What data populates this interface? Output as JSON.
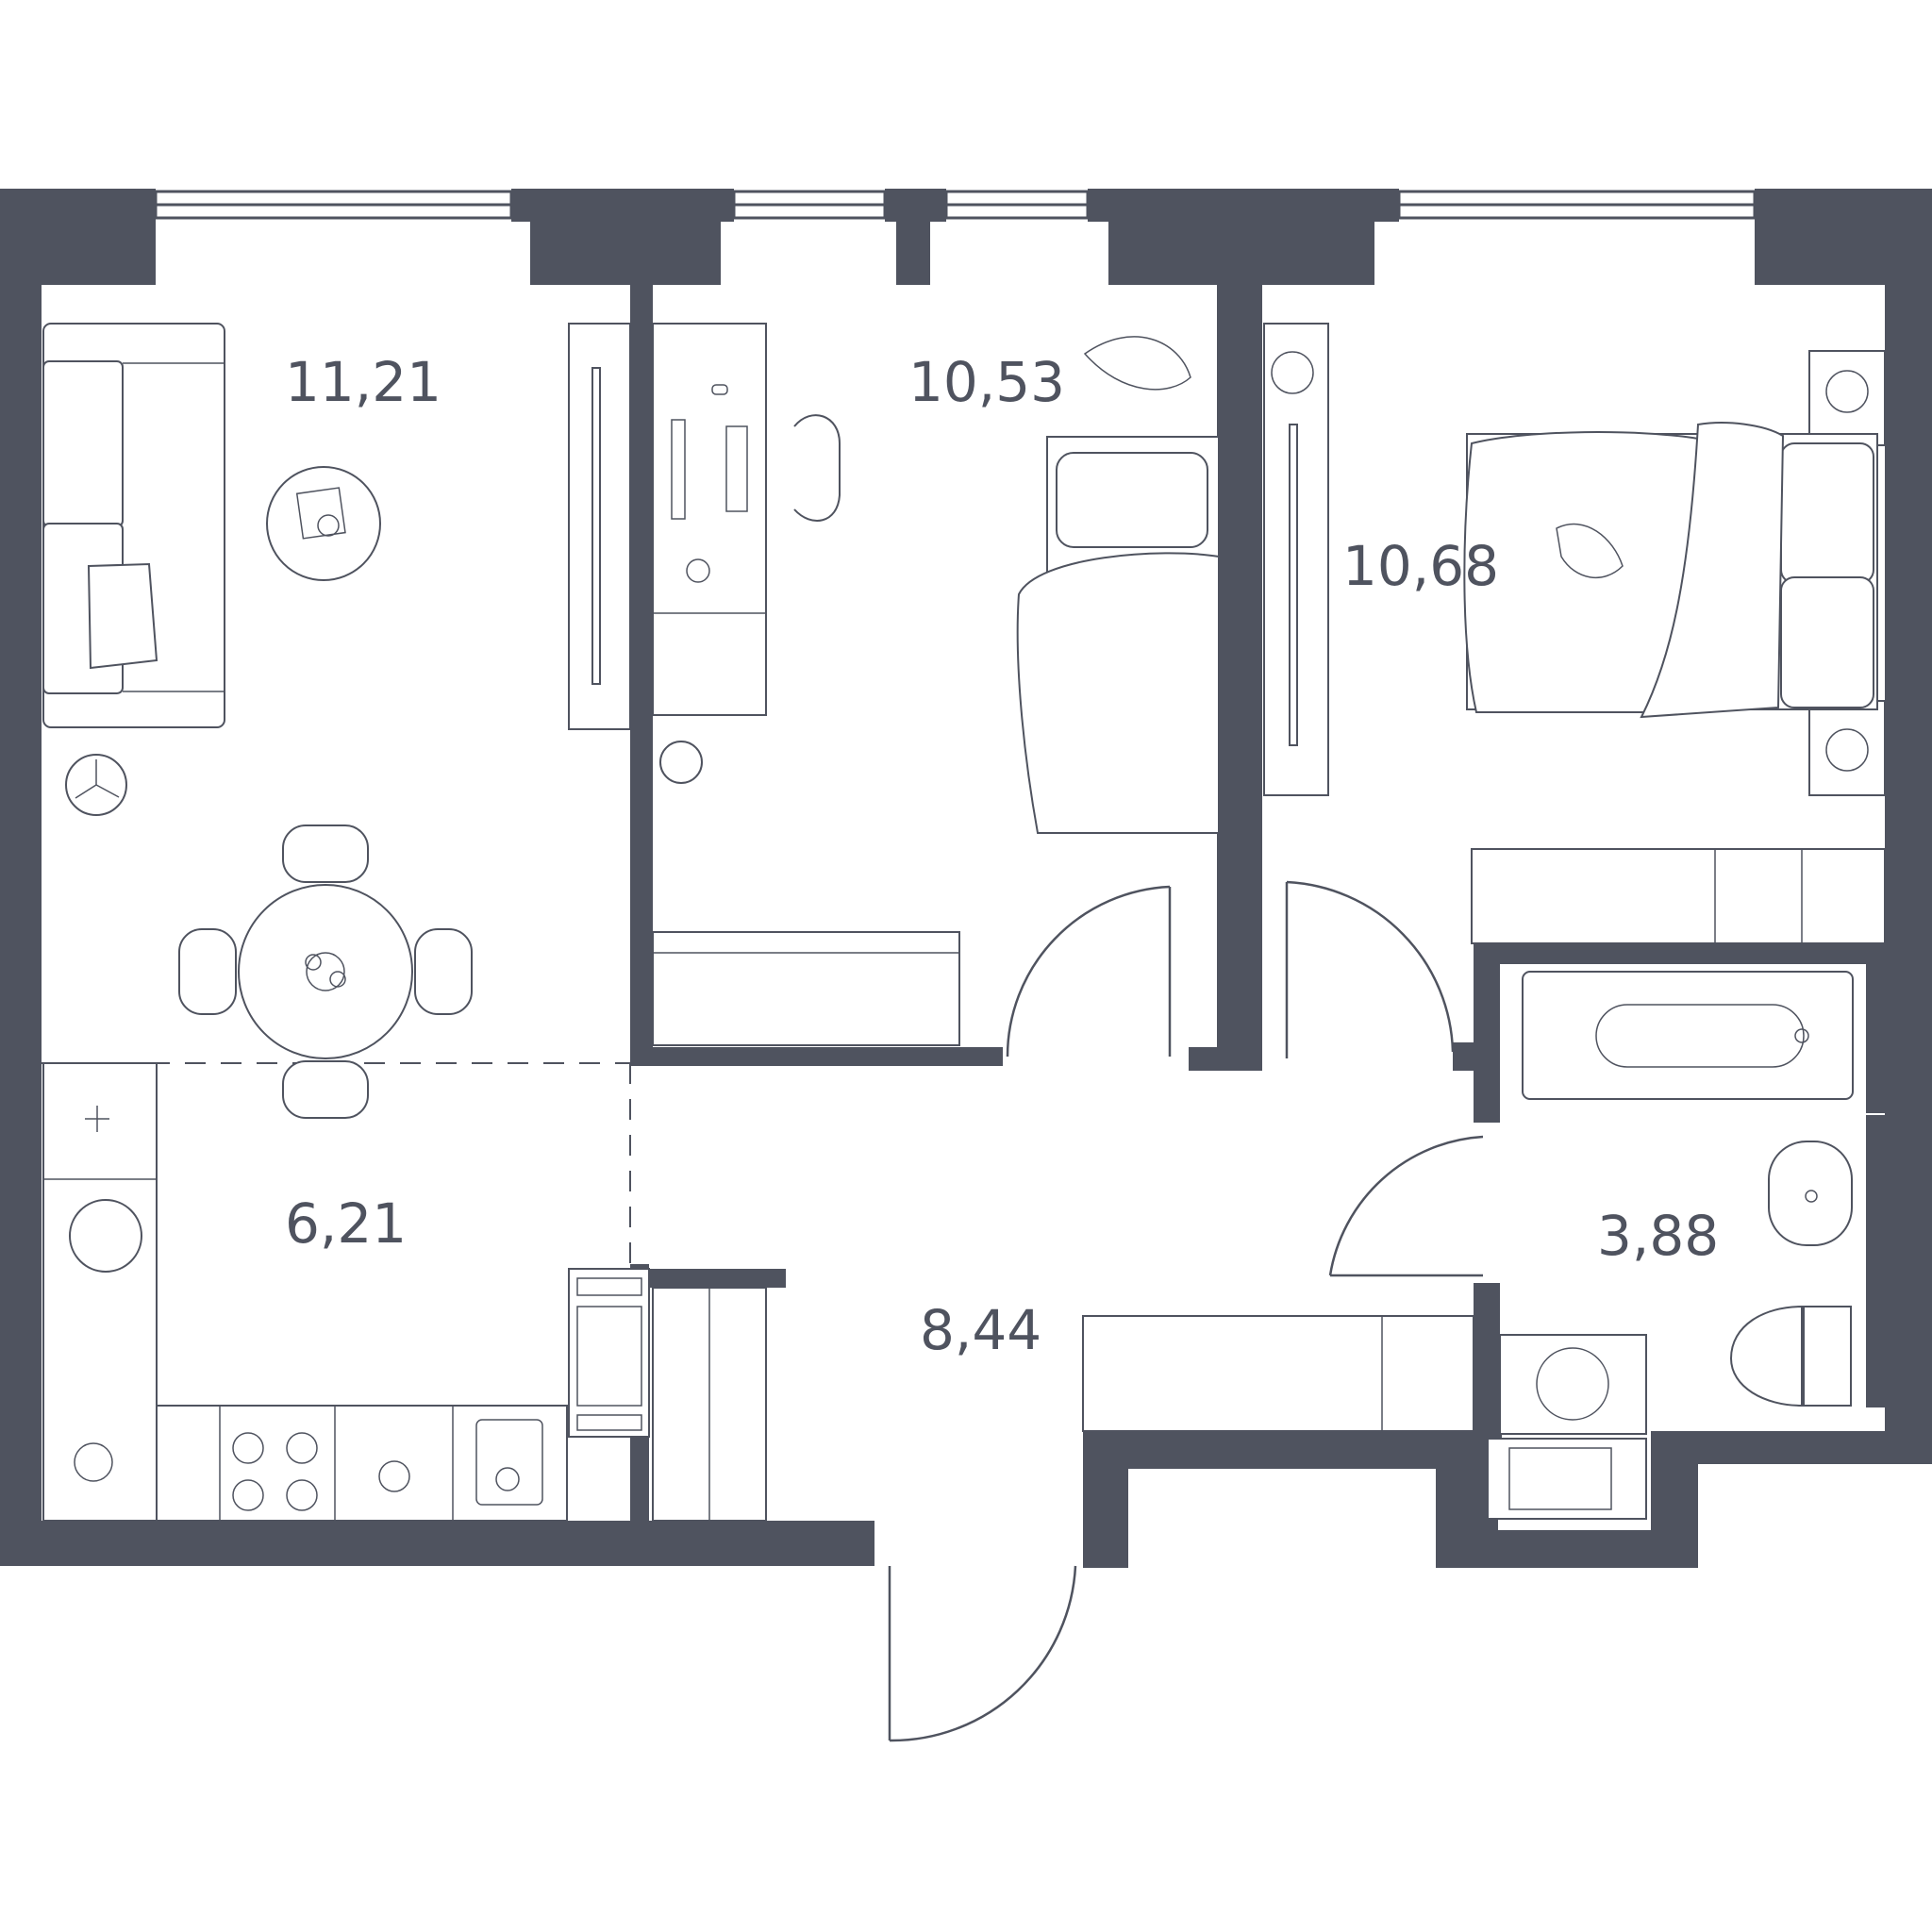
{
  "colors": {
    "wall": "#4f535f",
    "background": "#ffffff"
  },
  "rooms": [
    {
      "id": "living-room",
      "area": "11,21"
    },
    {
      "id": "children-room",
      "area": "10,53"
    },
    {
      "id": "bedroom",
      "area": "10,68"
    },
    {
      "id": "kitchen",
      "area": "6,21"
    },
    {
      "id": "hallway",
      "area": "8,44"
    },
    {
      "id": "bathroom",
      "area": "3,88"
    }
  ]
}
